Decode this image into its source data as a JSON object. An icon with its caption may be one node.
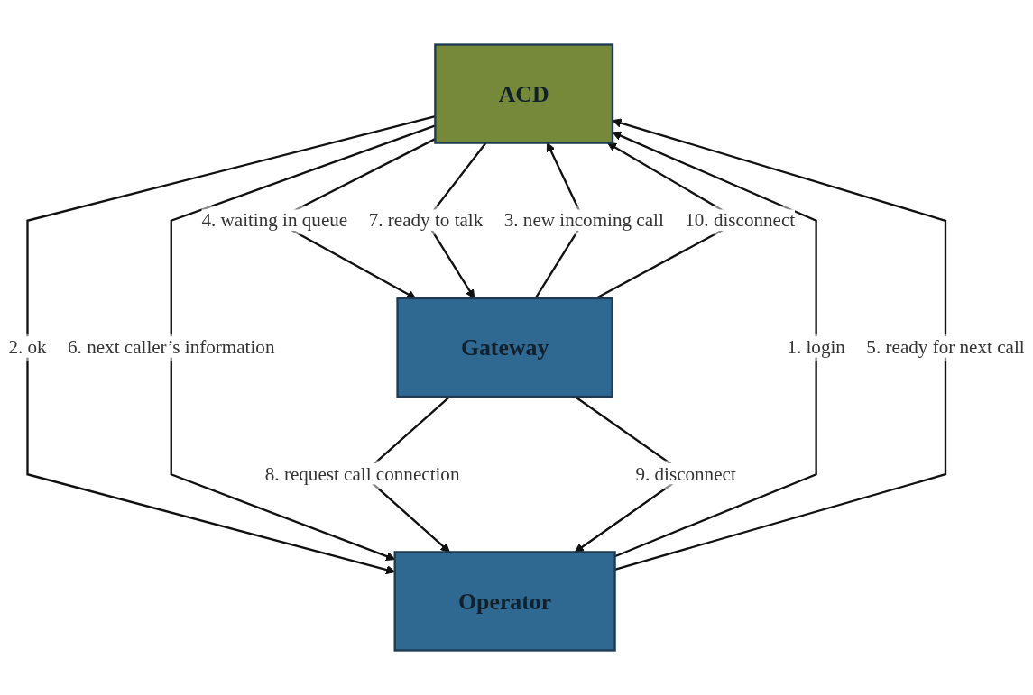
{
  "diagram": {
    "nodes": [
      {
        "text": [
          "ACD"
        ]
      },
      {
        "text": [
          "Gateway"
        ]
      },
      {
        "text": [
          "Operator"
        ]
      }
    ],
    "edges": [
      {
        "from": 2,
        "to": 0,
        "label": "1. login",
        "arrow": "to"
      },
      {
        "from": 0,
        "to": 2,
        "label": "2. ok",
        "arrow": "to"
      },
      {
        "from": 1,
        "to": 0,
        "label": "3. new incoming call",
        "arrow": "to"
      },
      {
        "from": 0,
        "to": 1,
        "label": "4. waiting in queue",
        "arrow": "to"
      },
      {
        "from": 2,
        "to": 0,
        "label": "5. ready for next call",
        "arrow": "to"
      },
      {
        "from": 0,
        "to": 2,
        "label": "6. next caller’s information",
        "arrow": "to"
      },
      {
        "from": 0,
        "to": 1,
        "label": "7. ready to talk",
        "arrow": "to"
      },
      {
        "from": 1,
        "to": 2,
        "label": "8. request call connection",
        "arrow": "to"
      },
      {
        "from": 1,
        "to": 2,
        "label": "9. disconnect",
        "arrow": "to"
      },
      {
        "from": 1,
        "to": 0,
        "label": "10. disconnect",
        "arrow": "to"
      }
    ]
  }
}
